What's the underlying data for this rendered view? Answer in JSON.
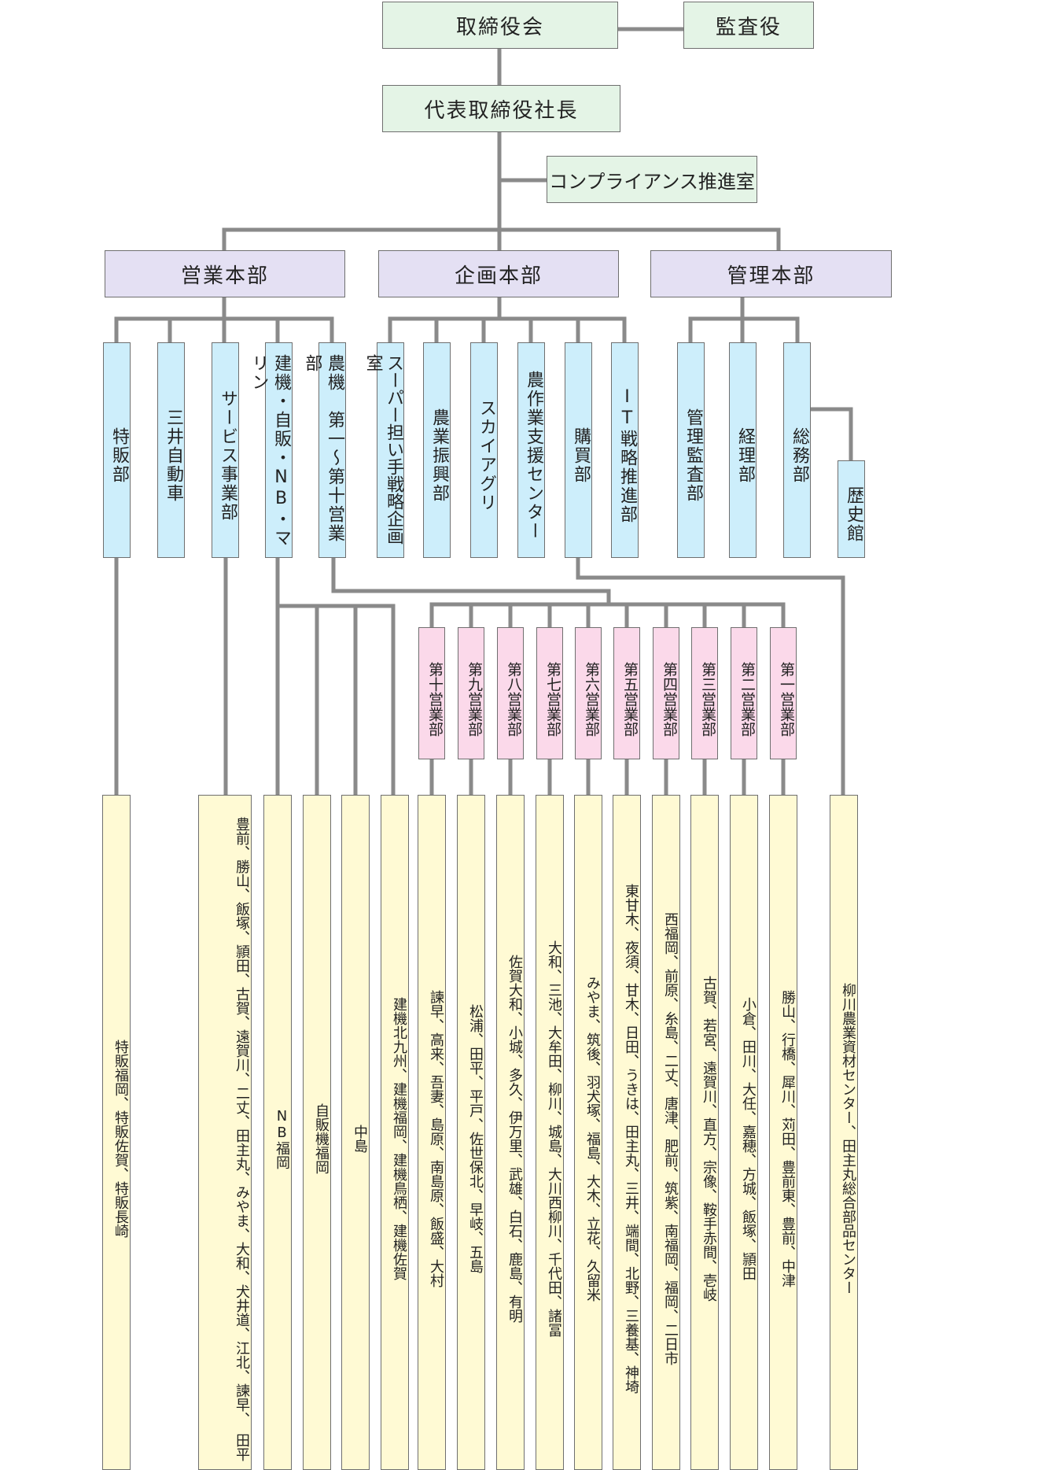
{
  "top": {
    "board": "取締役会",
    "auditor": "監査役",
    "president": "代表取締役社長",
    "compliance": "コンプライアンス推進室"
  },
  "divisions": [
    "営業本部",
    "企画本部",
    "管理本部"
  ],
  "departments": {
    "sales": [
      "特販部",
      "三井自動車",
      "サービス事業部",
      "建機・自販・NB・マリン",
      "農機　第一〜第十営業部"
    ],
    "planning": [
      "スーパー担い手戦略企画室",
      "農業振興部",
      "スカイアグリ",
      "農作業支援センター",
      "購買部",
      "IT戦略推進部"
    ],
    "admin": [
      "管理監査部",
      "経理部",
      "総務部"
    ],
    "history": "歴史館"
  },
  "eigyo": [
    "第十営業部",
    "第九営業部",
    "第八営業部",
    "第七営業部",
    "第六営業部",
    "第五営業部",
    "第四営業部",
    "第三営業部",
    "第二営業部",
    "第一営業部"
  ],
  "branches": {
    "tokuhan": "特販福岡、特販佐賀、特販長崎",
    "service": "豊前、勝山、飯塚、頴田、古賀、遠賀川、二丈、田主丸、みやま、大和、犬井道、江北、諫早、　田平",
    "nb": "NB福岡",
    "jihan": "自販機福岡",
    "nakashima": "中島",
    "kenki": "建機北九州、建機福岡、建機鳥栖、建機佐賀",
    "e10": "諫早、高来、吾妻、島原、南島原、飯盛、大村",
    "e9": "松浦、田平、平戸、佐世保北、早岐、五島",
    "e8": "佐賀大和、小城、多久、伊万里、武雄、白石、鹿島、有明",
    "e7": "大和、三池、大牟田、柳川、城島、大川西柳川、千代田、諸冨",
    "e6": "みやま、筑後、羽犬塚、福島、大木、立花、久留米",
    "e5": "東甘木、夜須、甘木、日田、うきは、田主丸、三井、端間、北野、三養基、神埼",
    "e4": "西福岡、前原、糸島、二丈、唐津、肥前、筑紫、南福岡、福岡、二日市",
    "e3": "古賀、若宮、遠賀川、直方、宗像、鞍手赤間、壱岐",
    "e2": "小倉、田川、大任、嘉穂、方城、飯塚、頴田",
    "e1": "勝山、行橋、犀川、苅田、豊前東、豊前、中津",
    "yanagawa": "柳川農業資材センター、田主丸総合部品センター"
  }
}
